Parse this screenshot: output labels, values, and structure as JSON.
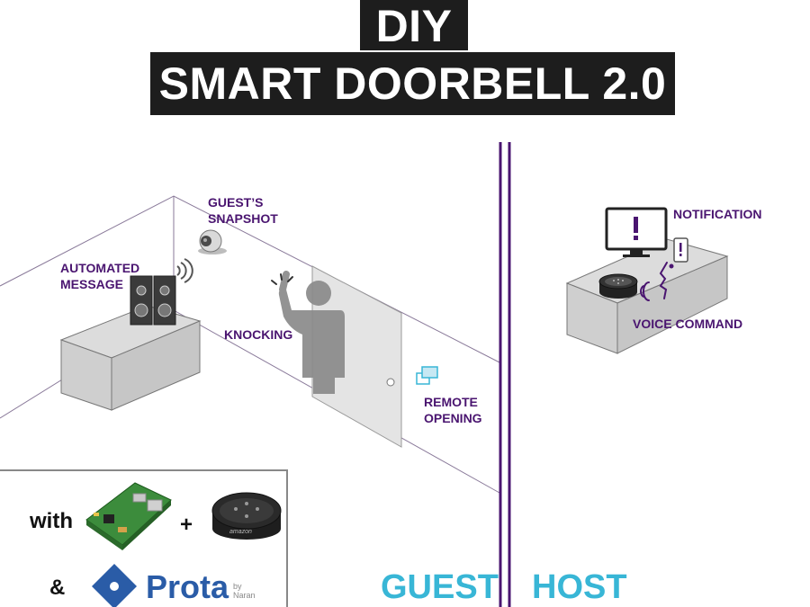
{
  "title": {
    "line1": "DIY",
    "line2": "SMART DOORBELL 2.0"
  },
  "labels": {
    "snapshot": "GUEST’S\nSNAPSHOT",
    "automated": "AUTOMATED\nMESSAGE",
    "knocking": "KNOCKING",
    "remote": "REMOTE\nOPENING",
    "notification": "NOTIFICATION",
    "voice": "VOICE COMMAND"
  },
  "sides": {
    "guest": "GUEST",
    "host": "HOST"
  },
  "bottom": {
    "with": "with",
    "plus": "+",
    "and": "&",
    "brand": "Prota",
    "brand_by": "by\nNaran",
    "echo_logo": "amazon"
  },
  "colors": {
    "accent_purple": "#4a1570",
    "side_label": "#38b6d6",
    "furniture": "#cfcfcf",
    "brand_blue": "#2a5ca7"
  },
  "icons": [
    "camera-icon",
    "speaker-icon",
    "wifi-waves-icon",
    "person-icon",
    "door-icon",
    "remote-opening-icon",
    "monitor-icon",
    "phone-icon",
    "voice-icon",
    "echo-dot-icon",
    "raspberry-pi-icon",
    "prota-logo-icon"
  ]
}
